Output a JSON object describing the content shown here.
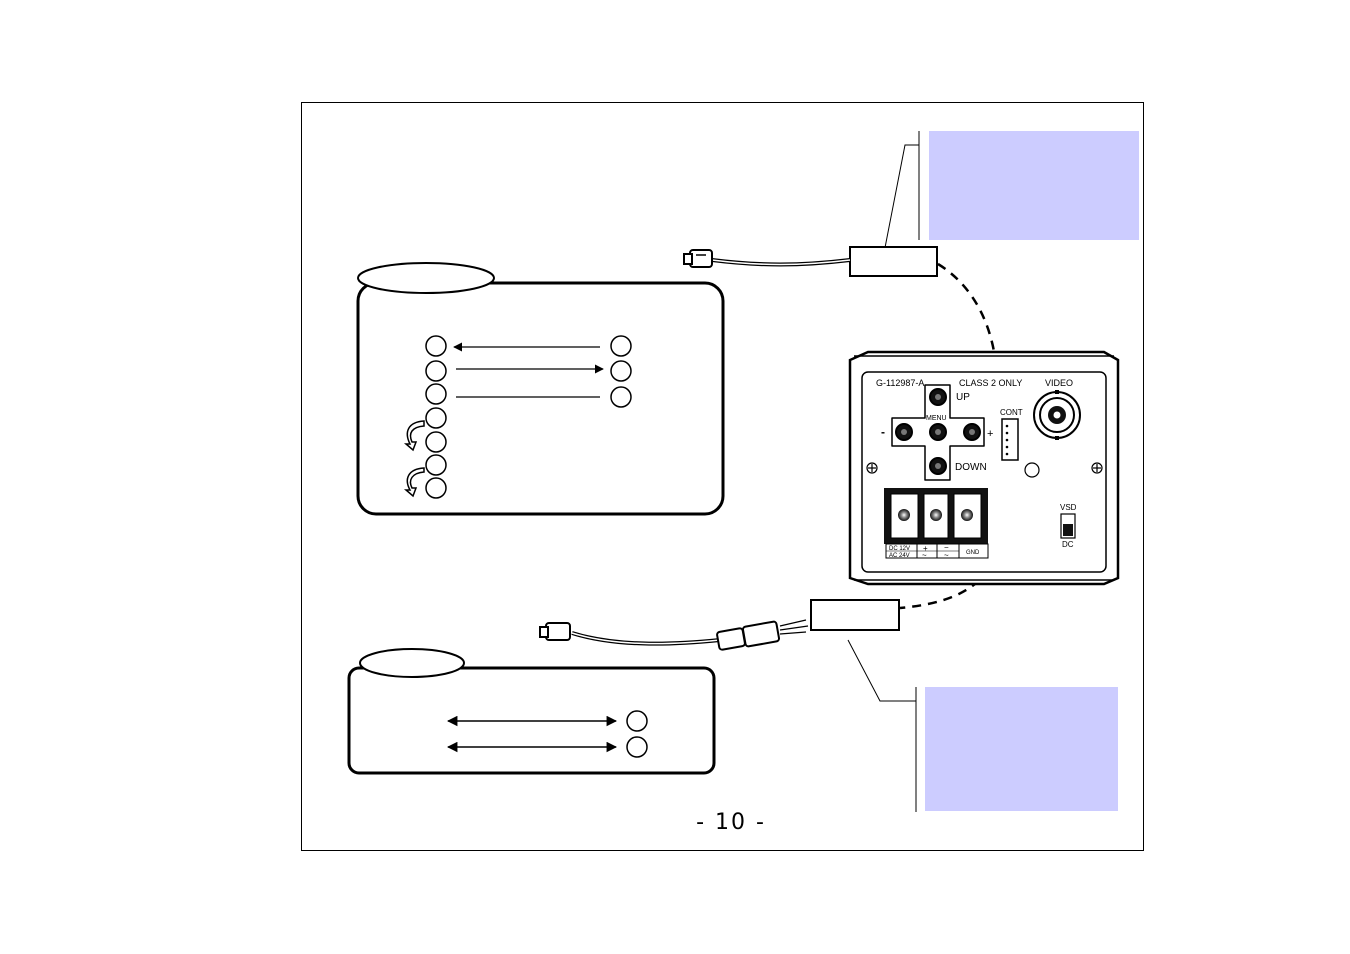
{
  "device": {
    "model": "G-112987-A",
    "class_label": "CLASS 2 ONLY",
    "video_label": "VIDEO",
    "up_label": "UP",
    "down_label": "DOWN",
    "menu_label": "MENU",
    "minus_label": "-",
    "plus_label": "+",
    "cont_label": "CONT",
    "vsd_label": "VSD",
    "dc_label": "DC",
    "power_labels": {
      "dc": "DC 12V",
      "ac": "AC 24V",
      "plus": "+",
      "minus": "−",
      "tilde": "~",
      "gnd": "GND"
    }
  },
  "page_number": "-  10  -",
  "colors": {
    "note_fill": "#ccccff",
    "line": "#000000"
  },
  "icons": [
    "db9-connector-icon",
    "curved-arrow-icon",
    "bnc-connector-icon",
    "screw-icon"
  ]
}
